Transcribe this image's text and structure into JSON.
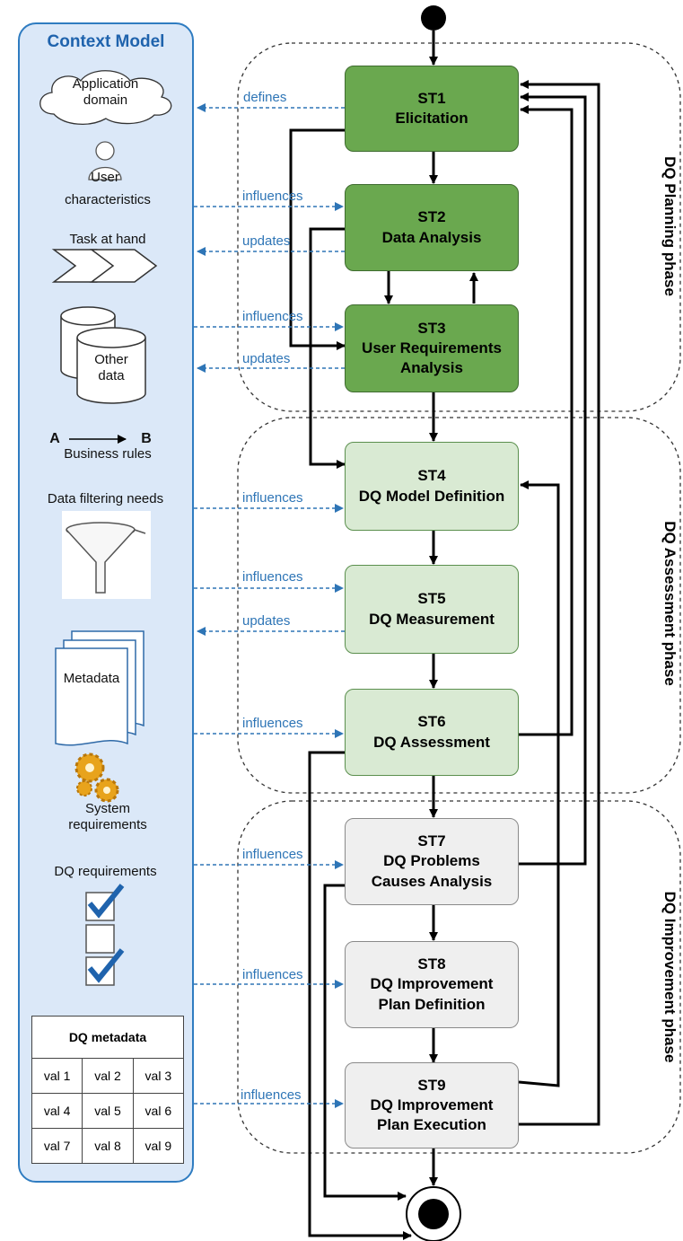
{
  "context_model": {
    "title": "Context Model",
    "items": {
      "application_domain": "Application\ndomain",
      "user": "User",
      "user_characteristics": "characteristics",
      "task_at_hand": "Task at hand",
      "other_data": "Other\ndata",
      "business_rule_a": "A",
      "business_rule_b": "B",
      "business_rules": "Business rules",
      "data_filtering_needs": "Data filtering needs",
      "metadata": "Metadata",
      "system_requirements": "System\nrequirements",
      "dq_requirements": "DQ requirements"
    },
    "dq_metadata_table": {
      "header": "DQ metadata",
      "rows": [
        [
          "val 1",
          "val 2",
          "val 3"
        ],
        [
          "val 4",
          "val 5",
          "val 6"
        ],
        [
          "val 7",
          "val 8",
          "val 9"
        ]
      ]
    }
  },
  "phases": {
    "planning": "DQ Planning phase",
    "assessment": "DQ Assessment phase",
    "improvement": "DQ Improvement phase"
  },
  "steps": [
    {
      "id": "ST1",
      "name": "Elicitation",
      "phase": "planning"
    },
    {
      "id": "ST2",
      "name": "Data Analysis",
      "phase": "planning"
    },
    {
      "id": "ST3",
      "name": "User Requirements\nAnalysis",
      "phase": "planning"
    },
    {
      "id": "ST4",
      "name": "DQ Model Definition",
      "phase": "assessment"
    },
    {
      "id": "ST5",
      "name": "DQ Measurement",
      "phase": "assessment"
    },
    {
      "id": "ST6",
      "name": "DQ Assessment",
      "phase": "assessment"
    },
    {
      "id": "ST7",
      "name": "DQ Problems\nCauses Analysis",
      "phase": "improvement"
    },
    {
      "id": "ST8",
      "name": "DQ Improvement\nPlan Definition",
      "phase": "improvement"
    },
    {
      "id": "ST9",
      "name": "DQ Improvement\nPlan Execution",
      "phase": "improvement"
    }
  ],
  "relations": {
    "defines": "defines",
    "influences": "influences",
    "updates": "updates"
  },
  "colors": {
    "planning_fill": "#6aa84f",
    "assessment_fill": "#d9ead3",
    "improvement_fill": "#efefef",
    "relation_blue": "#2e75b6",
    "panel_fill": "#dbe8f8"
  }
}
